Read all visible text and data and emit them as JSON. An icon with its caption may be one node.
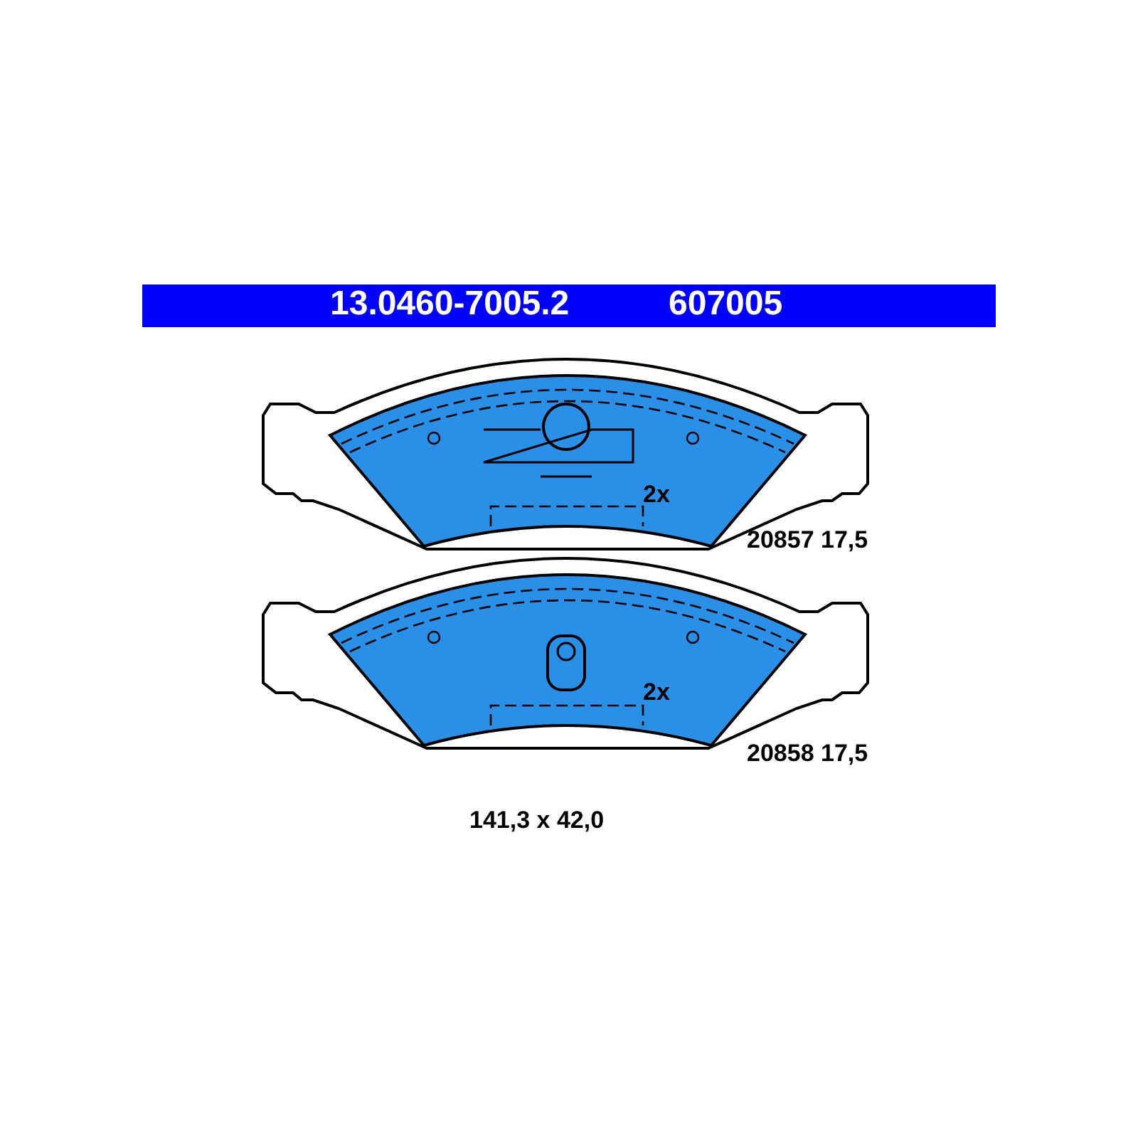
{
  "diagram": {
    "labels": [
      "13.0460-7005.2",
      "607005",
      "2x",
      "20857 17,5",
      "2x",
      "20858 17,5",
      "141,3 x 42,0"
    ]
  }
}
